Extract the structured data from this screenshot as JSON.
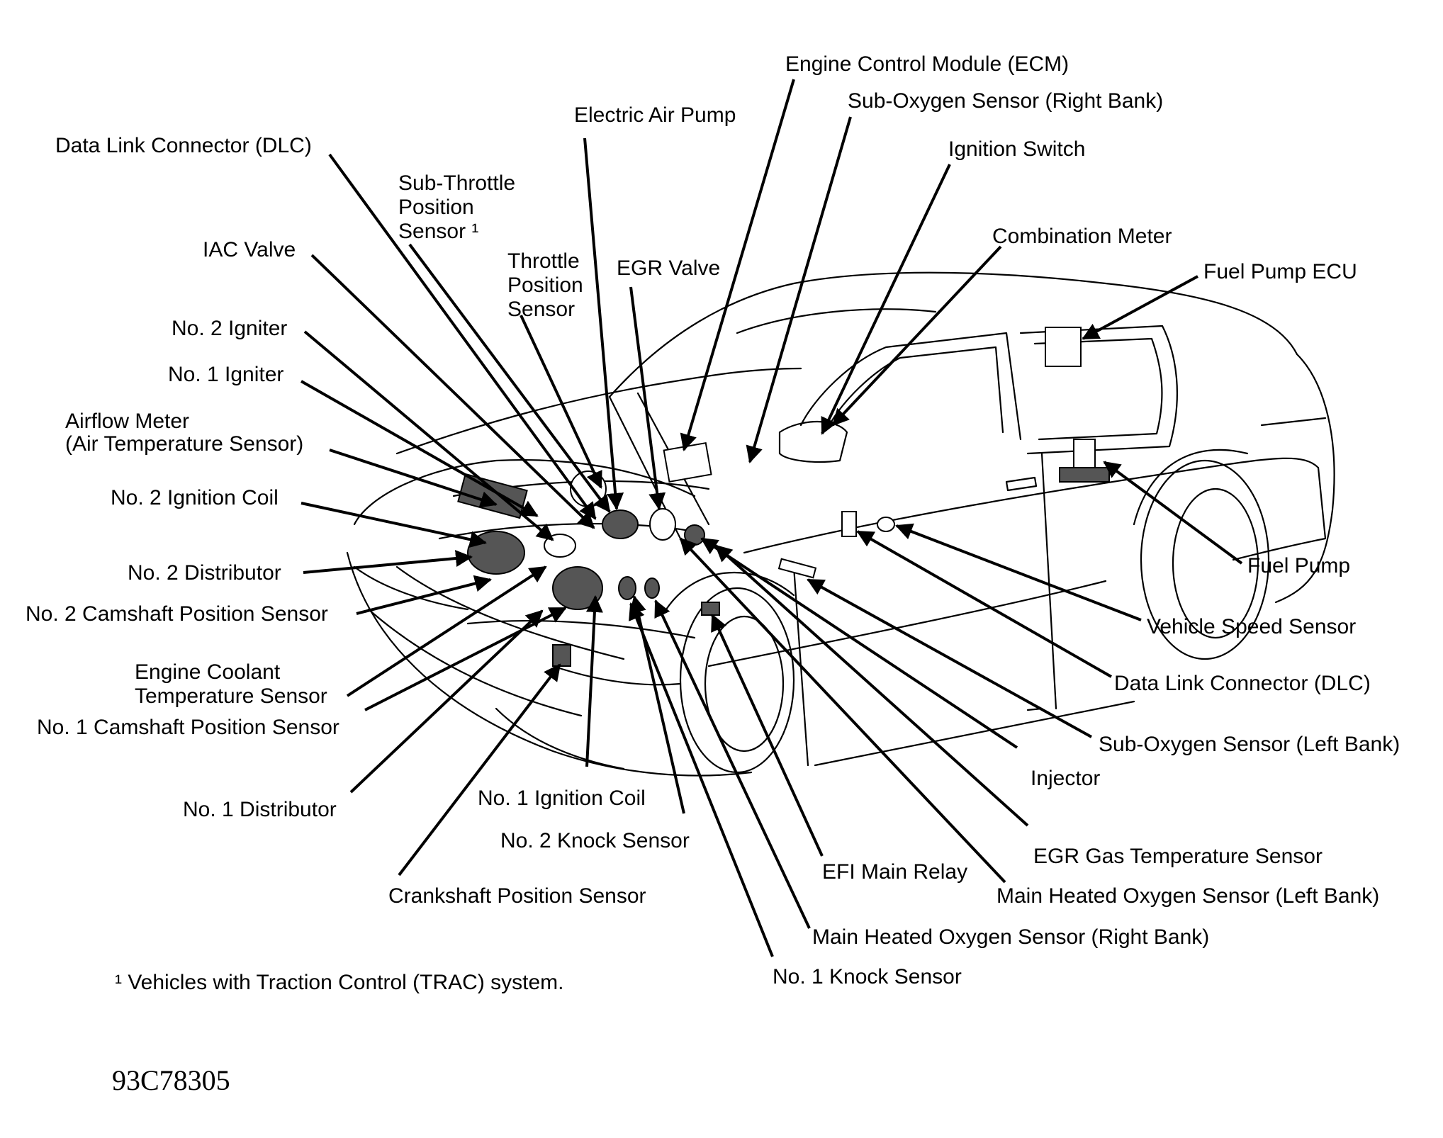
{
  "labels": [
    {
      "id": "ecm",
      "lines": [
        "Engine Control Module (ECM)"
      ]
    },
    {
      "id": "sub-o2-right",
      "lines": [
        "Sub-Oxygen Sensor (Right Bank)"
      ]
    },
    {
      "id": "electric-air-pump",
      "lines": [
        "Electric Air Pump"
      ]
    },
    {
      "id": "dlc-front",
      "lines": [
        "Data Link Connector (DLC)"
      ]
    },
    {
      "id": "ignition-switch",
      "lines": [
        "Ignition Switch"
      ]
    },
    {
      "id": "sub-throttle",
      "lines": [
        "Sub-Throttle",
        "Position",
        "Sensor ¹"
      ]
    },
    {
      "id": "iac-valve",
      "lines": [
        "IAC Valve"
      ]
    },
    {
      "id": "throttle-position",
      "lines": [
        "Throttle",
        "Position",
        "Sensor"
      ]
    },
    {
      "id": "egr-valve",
      "lines": [
        "EGR Valve"
      ]
    },
    {
      "id": "combination-meter",
      "lines": [
        "Combination Meter"
      ]
    },
    {
      "id": "fuel-pump-ecu",
      "lines": [
        "Fuel Pump ECU"
      ]
    },
    {
      "id": "no2-igniter",
      "lines": [
        "No. 2 Igniter"
      ]
    },
    {
      "id": "no1-igniter",
      "lines": [
        "No. 1 Igniter"
      ]
    },
    {
      "id": "airflow-meter",
      "lines": [
        "Airflow Meter",
        "(Air Temperature Sensor)"
      ]
    },
    {
      "id": "no2-ignition-coil",
      "lines": [
        "No. 2  Ignition Coil"
      ]
    },
    {
      "id": "no2-distributor",
      "lines": [
        "No. 2 Distributor"
      ]
    },
    {
      "id": "no2-camshaft",
      "lines": [
        "No. 2 Camshaft Position Sensor"
      ]
    },
    {
      "id": "coolant-temp",
      "lines": [
        "Engine Coolant",
        "Temperature Sensor"
      ]
    },
    {
      "id": "no1-camshaft",
      "lines": [
        "No. 1 Camshaft Position Sensor"
      ]
    },
    {
      "id": "no1-distributor",
      "lines": [
        "No. 1 Distributor"
      ]
    },
    {
      "id": "no1-ignition-coil",
      "lines": [
        "No. 1 Ignition Coil"
      ]
    },
    {
      "id": "no2-knock",
      "lines": [
        "No. 2 Knock Sensor"
      ]
    },
    {
      "id": "crankshaft",
      "lines": [
        "Crankshaft Position Sensor"
      ]
    },
    {
      "id": "efi-main-relay",
      "lines": [
        "EFI Main Relay"
      ]
    },
    {
      "id": "main-o2-right",
      "lines": [
        "Main Heated Oxygen Sensor (Right Bank)"
      ]
    },
    {
      "id": "no1-knock",
      "lines": [
        "No. 1 Knock Sensor"
      ]
    },
    {
      "id": "fuel-pump",
      "lines": [
        "Fuel Pump"
      ]
    },
    {
      "id": "vehicle-speed",
      "lines": [
        "Vehicle Speed Sensor"
      ]
    },
    {
      "id": "dlc-rear",
      "lines": [
        "Data Link Connector (DLC)"
      ]
    },
    {
      "id": "sub-o2-left",
      "lines": [
        "Sub-Oxygen Sensor (Left Bank)"
      ]
    },
    {
      "id": "injector",
      "lines": [
        "Injector"
      ]
    },
    {
      "id": "egr-gas-temp",
      "lines": [
        "EGR Gas Temperature Sensor"
      ]
    },
    {
      "id": "main-o2-left",
      "lines": [
        "Main Heated Oxygen Sensor (Left Bank)"
      ]
    }
  ],
  "footnote": "¹ Vehicles with Traction Control (TRAC) system.",
  "figure_id": "93C78305"
}
